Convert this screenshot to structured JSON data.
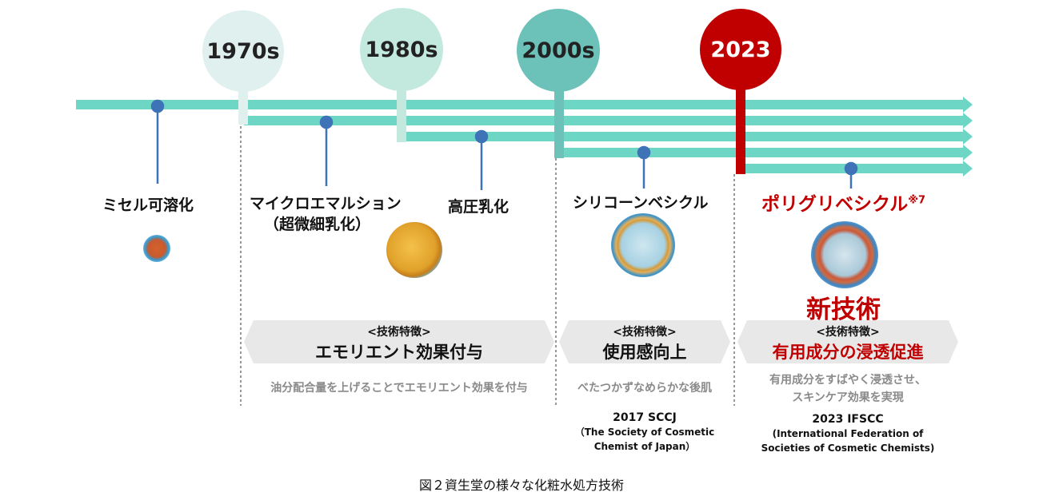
{
  "eras": [
    {
      "label": "1970s",
      "color": "#dff0ef"
    },
    {
      "label": "1980s",
      "color": "#c3e9de"
    },
    {
      "label": "2000s",
      "color": "#6cc1b8"
    },
    {
      "label": "2023",
      "color": "#c00000"
    }
  ],
  "technologies": [
    {
      "line1": "ミセル可溶化"
    },
    {
      "line1": "マイクロエマルション",
      "line2": "（超微細乳化）"
    },
    {
      "line1": "高圧乳化"
    },
    {
      "line1": "シリコーンベシクル"
    },
    {
      "line1": "ポリグリベシクル",
      "sup": "※7"
    }
  ],
  "new_tech": "新技術",
  "features": [
    {
      "tag": "<技術特徴>",
      "main": "エモリエント効果付与",
      "desc": "油分配合量を上げることでエモリエント効果を付与"
    },
    {
      "tag": "<技術特徴>",
      "main": "使用感向上",
      "desc": "べたつかずなめらかな後肌"
    },
    {
      "tag": "<技術特徴>",
      "main": "有用成分の浸透促進",
      "desc_line1": "有用成分をすばやく浸透させ、",
      "desc_line2": "スキンケア効果を実現"
    }
  ],
  "references": [
    {
      "title": "2017 SCCJ",
      "line1": "（The Society of Cosmetic",
      "line2": "Chemist of Japan）"
    },
    {
      "title": "2023 IFSCC",
      "line1": "(International Federation of",
      "line2": "Societies of Cosmetic Chemists)"
    }
  ],
  "caption": "図２資生堂の様々な化粧水処方技術",
  "colors": {
    "line": "#6dd6c5",
    "pin": "#3f73b8",
    "accent": "#c00000",
    "arrow_bg": "#e8e8e8"
  }
}
